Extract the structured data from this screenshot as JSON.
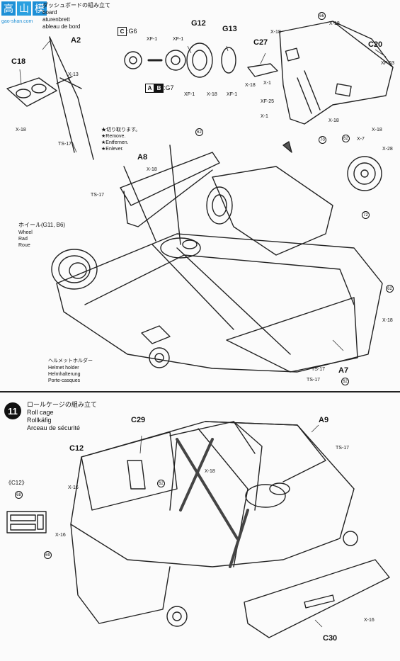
{
  "header": {
    "jp_title": "ダッシュボードの組み立て",
    "line1": "board",
    "line2": "aturenbrett",
    "line3": "ableau de bord"
  },
  "watermark": {
    "site": "gao-shan.com"
  },
  "notes": {
    "jp": "★切り取ります。",
    "en": "★Remove.",
    "de": "★Entfernen.",
    "fr": "★Enlever."
  },
  "wheel_label": {
    "jp": "ホイール(G11, B6)",
    "en": "Wheel",
    "de": "Rad",
    "fr": "Roue"
  },
  "helmet_label": {
    "jp": "ヘルメットホルダー",
    "en": "Helmet holder",
    "de": "Helmhalterung",
    "fr": "Porte-casques"
  },
  "step11": {
    "number": "11",
    "jp": "ロールケージの組み立て",
    "en": "Roll cage",
    "de": "Rollkäfig",
    "fr": "Arceau de sécurité"
  },
  "top_labels": {
    "a2": "A2",
    "c18": "C18",
    "x13": "X-13",
    "x18a": "X-18",
    "ts17a": "TS-17",
    "a8": "A8",
    "x18b": "X-18",
    "ts17b": "TS-17",
    "c_g6": ":G6",
    "xf1a": "XF-1",
    "xf1b": "XF-1",
    "g12": "G12",
    "g13": "G13",
    "xf1c": "XF-1",
    "x18c": "X-18",
    "xf1d": "XF-1",
    "ab_g7": ":G7",
    "c27": "C27",
    "x18d": "X-18",
    "x18e": "X-18",
    "c20": "C20",
    "xf63": "XF-63",
    "x18f": "X-18",
    "x1a": "X-1",
    "xf25": "XF-25",
    "x1b": "X-1",
    "x18g": "X-18",
    "x18h": "X-18",
    "x7": "X-7",
    "x28": "X-28",
    "x18i": "X-18",
    "ts17c": "TS-17",
    "a7": "A7",
    "ts17d": "TS-17"
  },
  "box_letters": {
    "c": "C",
    "a": "A",
    "b": "B"
  },
  "markers": {
    "m66": "66",
    "m62a": "62",
    "m62b": "62",
    "m70": "70",
    "m72": "72",
    "m62c": "62",
    "m62d": "62",
    "m68": "68",
    "m69": "69",
    "m62e": "62"
  },
  "bottom_labels": {
    "c29": "C29",
    "a9": "A9",
    "c12": "C12",
    "ts17": "TS-17",
    "x16a": "X-16",
    "x18": "X-18",
    "c12b": "《C12》",
    "x16b": "X-16",
    "x16c": "X-16",
    "c30": "C30"
  }
}
